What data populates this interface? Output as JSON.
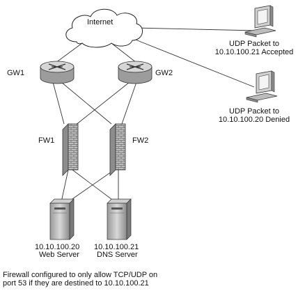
{
  "nodes": {
    "internet": "Internet",
    "gw1": "GW1",
    "gw2": "GW2",
    "fw1": "FW1",
    "fw2": "FW2",
    "web_server": {
      "ip": "10.10.100.20",
      "name": "Web Server"
    },
    "dns_server": {
      "ip": "10.10.100.21",
      "name": "DNS Server"
    },
    "client_accepted": {
      "line1": "UDP Packet to",
      "line2": "10.10.100.21 Accepted"
    },
    "client_denied": {
      "line1": "UDP Packet to",
      "line2": "10.10.100.20 Denied"
    }
  },
  "caption": {
    "line1": "Firewall configured to only allow TCP/UDP on",
    "line2": "port 53 if they are destined to 10.10.100.21"
  }
}
